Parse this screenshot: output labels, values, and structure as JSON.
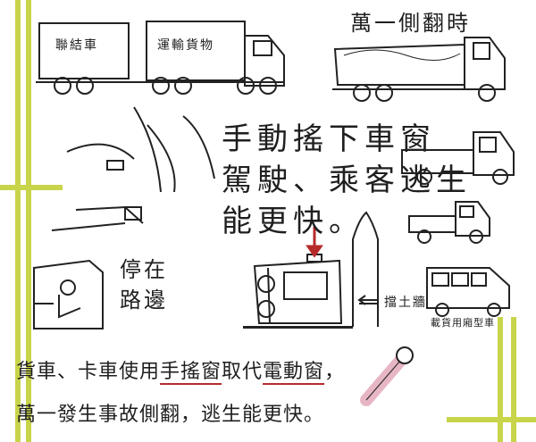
{
  "header": {
    "rollover_caption": "萬一側翻時"
  },
  "trucks": {
    "trailer_label_1": "聯結車",
    "trailer_label_2": "運輸貨物",
    "van_label": "載貨用廂型車"
  },
  "callout": {
    "line1": "手動搖下車窗",
    "line2": "駕駛、乘客逃生",
    "line3": "能更快。"
  },
  "side_labels": {
    "park_line1": "停在",
    "park_line2": "路邊",
    "wall": "擋土牆"
  },
  "footer": {
    "line1_a": "貨車、卡車使用",
    "line1_b": "手搖窗",
    "line1_c": "取代",
    "line1_d": "電動窗",
    "line1_e": "，",
    "line2": "萬一發生事故側翻，逃生能更快。"
  },
  "colors": {
    "accent_green": "#c8d44a",
    "accent_red": "#b62a2a",
    "crank_pink": "#e7b6c4",
    "ink": "#1f1f1f"
  }
}
